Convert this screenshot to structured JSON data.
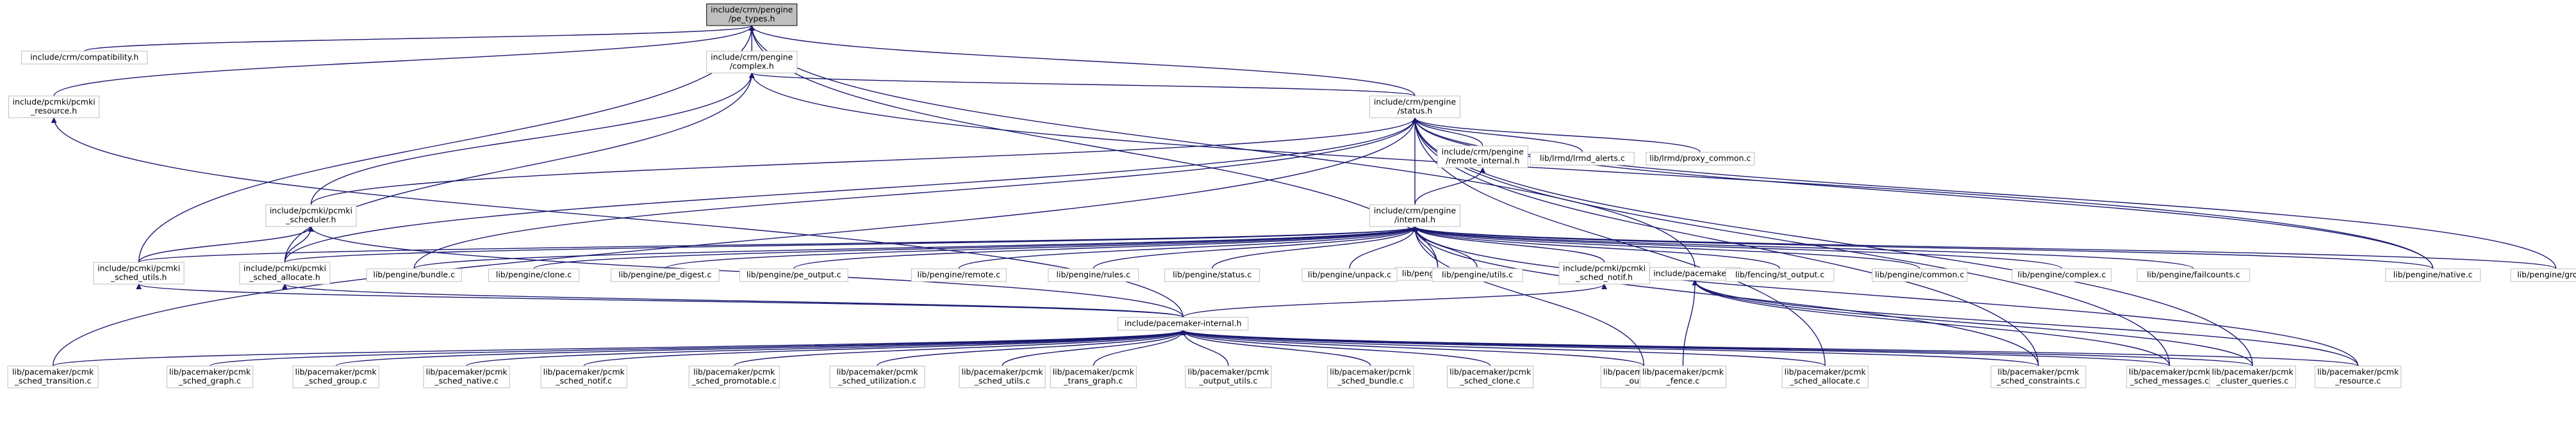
{
  "diagram": {
    "nodes": [
      {
        "id": "pe_types",
        "lines": [
          "include/crm/pengine",
          "/pe_types.h"
        ],
        "root": true
      },
      {
        "id": "compat",
        "lines": [
          "include/crm/compatibility.h"
        ]
      },
      {
        "id": "complex_h",
        "lines": [
          "include/crm/pengine",
          "/complex.h"
        ]
      },
      {
        "id": "pcmki_resource",
        "lines": [
          "include/pcmki/pcmki",
          "_resource.h"
        ]
      },
      {
        "id": "status_h",
        "lines": [
          "include/crm/pengine",
          "/status.h"
        ]
      },
      {
        "id": "tags_c",
        "lines": [
          "lib/pengine/tags.c"
        ]
      },
      {
        "id": "pacemaker_h",
        "lines": [
          "include/pacemaker.h"
        ]
      },
      {
        "id": "remote_internal",
        "lines": [
          "include/crm/pengine",
          "/remote_internal.h"
        ]
      },
      {
        "id": "fmrd_alerts",
        "lines": [
          "lib/lrmd/lrmd_alerts.c"
        ]
      },
      {
        "id": "proxy_common",
        "lines": [
          "lib/lrmd/proxy_common.c"
        ]
      },
      {
        "id": "pcmki_scheduler",
        "lines": [
          "include/pcmki/pcmki",
          "_scheduler.h"
        ]
      },
      {
        "id": "internal_h",
        "lines": [
          "include/crm/pengine",
          "/internal.h"
        ]
      },
      {
        "id": "sched_utils_h",
        "lines": [
          "include/pcmki/pcmki",
          "_sched_utils.h"
        ]
      },
      {
        "id": "sched_allocate_h",
        "lines": [
          "include/pcmki/pcmki",
          "_sched_allocate.h"
        ]
      },
      {
        "id": "bundle_c",
        "lines": [
          "lib/pengine/bundle.c"
        ]
      },
      {
        "id": "clone_c",
        "lines": [
          "lib/pengine/clone.c"
        ]
      },
      {
        "id": "pe_digest",
        "lines": [
          "lib/pengine/pe_digest.c"
        ]
      },
      {
        "id": "pe_output",
        "lines": [
          "lib/pengine/pe_output.c"
        ]
      },
      {
        "id": "remote_c",
        "lines": [
          "lib/pengine/remote.c"
        ]
      },
      {
        "id": "rules_c",
        "lines": [
          "lib/pengine/rules.c"
        ]
      },
      {
        "id": "status_c",
        "lines": [
          "lib/pengine/status.c"
        ]
      },
      {
        "id": "unpack_c",
        "lines": [
          "lib/pengine/unpack.c"
        ]
      },
      {
        "id": "utils_c",
        "lines": [
          "lib/pengine/utils.c"
        ]
      },
      {
        "id": "sched_notif_h",
        "lines": [
          "include/pcmki/pcmki",
          "_sched_notif.h"
        ]
      },
      {
        "id": "st_output",
        "lines": [
          "lib/fencing/st_output.c"
        ]
      },
      {
        "id": "common_c",
        "lines": [
          "lib/pengine/common.c"
        ]
      },
      {
        "id": "complex_c",
        "lines": [
          "lib/pengine/complex.c"
        ]
      },
      {
        "id": "failcounts_c",
        "lines": [
          "lib/pengine/failcounts.c"
        ]
      },
      {
        "id": "native_c",
        "lines": [
          "lib/pengine/native.c"
        ]
      },
      {
        "id": "group_c",
        "lines": [
          "lib/pengine/group.c"
        ]
      },
      {
        "id": "pacemaker_internal",
        "lines": [
          "include/pacemaker-internal.h"
        ]
      },
      {
        "id": "sched_transition",
        "lines": [
          "lib/pacemaker/pcmk",
          "_sched_transition.c"
        ]
      },
      {
        "id": "sched_graph",
        "lines": [
          "lib/pacemaker/pcmk",
          "_sched_graph.c"
        ]
      },
      {
        "id": "sched_group",
        "lines": [
          "lib/pacemaker/pcmk",
          "_sched_group.c"
        ]
      },
      {
        "id": "sched_native",
        "lines": [
          "lib/pacemaker/pcmk",
          "_sched_native.c"
        ]
      },
      {
        "id": "sched_notif_c",
        "lines": [
          "lib/pacemaker/pcmk",
          "_sched_notif.c"
        ]
      },
      {
        "id": "sched_promotable",
        "lines": [
          "lib/pacemaker/pcmk",
          "_sched_promotable.c"
        ]
      },
      {
        "id": "sched_utilization",
        "lines": [
          "lib/pacemaker/pcmk",
          "_sched_utilization.c"
        ]
      },
      {
        "id": "sched_utils_c",
        "lines": [
          "lib/pacemaker/pcmk",
          "_sched_utils.c"
        ]
      },
      {
        "id": "trans_graph",
        "lines": [
          "lib/pacemaker/pcmk",
          "_trans_graph.c"
        ]
      },
      {
        "id": "output_utils",
        "lines": [
          "lib/pacemaker/pcmk",
          "_output_utils.c"
        ]
      },
      {
        "id": "sched_bundle",
        "lines": [
          "lib/pacemaker/pcmk",
          "_sched_bundle.c"
        ]
      },
      {
        "id": "sched_clone",
        "lines": [
          "lib/pacemaker/pcmk",
          "_sched_clone.c"
        ]
      },
      {
        "id": "output_c",
        "lines": [
          "lib/pacemaker/pcmk",
          "_output.c"
        ]
      },
      {
        "id": "sched_allocate_c",
        "lines": [
          "lib/pacemaker/pcmk",
          "_sched_allocate.c"
        ]
      },
      {
        "id": "sched_constraints",
        "lines": [
          "lib/pacemaker/pcmk",
          "_sched_constraints.c"
        ]
      },
      {
        "id": "sched_messages",
        "lines": [
          "lib/pacemaker/pcmk",
          "_sched_messages.c"
        ]
      },
      {
        "id": "cluster_queries",
        "lines": [
          "lib/pacemaker/pcmk",
          "_cluster_queries.c"
        ]
      },
      {
        "id": "resource_c",
        "lines": [
          "lib/pacemaker/pcmk",
          "_resource.c"
        ]
      },
      {
        "id": "fence_c",
        "lines": [
          "lib/pacemaker/pcmk",
          "_fence.c"
        ]
      }
    ],
    "edges": [
      [
        "compat",
        "pe_types"
      ],
      [
        "complex_h",
        "pe_types"
      ],
      [
        "pcmki_resource",
        "pe_types"
      ],
      [
        "status_h",
        "pe_types"
      ],
      [
        "tags_c",
        "pe_types"
      ],
      [
        "pacemaker_h",
        "pe_types"
      ],
      [
        "sched_utils_h",
        "pe_types"
      ],
      [
        "status_h",
        "complex_h"
      ],
      [
        "pcmki_scheduler",
        "complex_h"
      ],
      [
        "sched_allocate_h",
        "complex_h"
      ],
      [
        "native_c",
        "complex_h"
      ],
      [
        "pacemaker_internal",
        "pcmki_resource"
      ],
      [
        "remote_internal",
        "status_h"
      ],
      [
        "fmrd_alerts",
        "status_h"
      ],
      [
        "proxy_common",
        "status_h"
      ],
      [
        "pcmki_scheduler",
        "status_h"
      ],
      [
        "internal_h",
        "status_h"
      ],
      [
        "sched_transition",
        "status_h"
      ],
      [
        "sched_allocate_h",
        "status_h"
      ],
      [
        "bundle_c",
        "status_h"
      ],
      [
        "native_c",
        "status_h"
      ],
      [
        "group_c",
        "status_h"
      ],
      [
        "sched_allocate_c",
        "status_h"
      ],
      [
        "sched_constraints",
        "status_h"
      ],
      [
        "sched_messages",
        "status_h"
      ],
      [
        "cluster_queries",
        "status_h"
      ],
      [
        "internal_h",
        "remote_internal"
      ],
      [
        "sched_utils_h",
        "pcmki_scheduler"
      ],
      [
        "sched_allocate_h",
        "pcmki_scheduler"
      ],
      [
        "pacemaker_internal",
        "pcmki_scheduler"
      ],
      [
        "sched_utils_h",
        "internal_h"
      ],
      [
        "sched_allocate_h",
        "internal_h"
      ],
      [
        "bundle_c",
        "internal_h"
      ],
      [
        "clone_c",
        "internal_h"
      ],
      [
        "pe_digest",
        "internal_h"
      ],
      [
        "pe_output",
        "internal_h"
      ],
      [
        "remote_c",
        "internal_h"
      ],
      [
        "rules_c",
        "internal_h"
      ],
      [
        "status_c",
        "internal_h"
      ],
      [
        "unpack_c",
        "internal_h"
      ],
      [
        "utils_c",
        "internal_h"
      ],
      [
        "sched_notif_h",
        "internal_h"
      ],
      [
        "st_output",
        "internal_h"
      ],
      [
        "common_c",
        "internal_h"
      ],
      [
        "complex_c",
        "internal_h"
      ],
      [
        "failcounts_c",
        "internal_h"
      ],
      [
        "native_c",
        "internal_h"
      ],
      [
        "group_c",
        "internal_h"
      ],
      [
        "tags_c",
        "internal_h"
      ],
      [
        "output_c",
        "internal_h"
      ],
      [
        "sched_constraints",
        "internal_h"
      ],
      [
        "resource_c",
        "internal_h"
      ],
      [
        "pacemaker_internal",
        "sched_utils_h"
      ],
      [
        "pacemaker_internal",
        "sched_allocate_h"
      ],
      [
        "pacemaker_internal",
        "sched_notif_h"
      ],
      [
        "sched_transition",
        "pacemaker_internal"
      ],
      [
        "sched_graph",
        "pacemaker_internal"
      ],
      [
        "sched_group",
        "pacemaker_internal"
      ],
      [
        "sched_native",
        "pacemaker_internal"
      ],
      [
        "sched_notif_c",
        "pacemaker_internal"
      ],
      [
        "sched_promotable",
        "pacemaker_internal"
      ],
      [
        "sched_utilization",
        "pacemaker_internal"
      ],
      [
        "sched_utils_c",
        "pacemaker_internal"
      ],
      [
        "trans_graph",
        "pacemaker_internal"
      ],
      [
        "output_utils",
        "pacemaker_internal"
      ],
      [
        "sched_bundle",
        "pacemaker_internal"
      ],
      [
        "sched_clone",
        "pacemaker_internal"
      ],
      [
        "output_c",
        "pacemaker_internal"
      ],
      [
        "sched_allocate_c",
        "pacemaker_internal"
      ],
      [
        "sched_constraints",
        "pacemaker_internal"
      ],
      [
        "sched_messages",
        "pacemaker_internal"
      ],
      [
        "cluster_queries",
        "pacemaker_internal"
      ],
      [
        "resource_c",
        "pacemaker_internal"
      ],
      [
        "sched_messages",
        "pacemaker_h"
      ],
      [
        "cluster_queries",
        "pacemaker_h"
      ],
      [
        "resource_c",
        "pacemaker_h"
      ],
      [
        "fence_c",
        "pacemaker_h"
      ]
    ]
  }
}
